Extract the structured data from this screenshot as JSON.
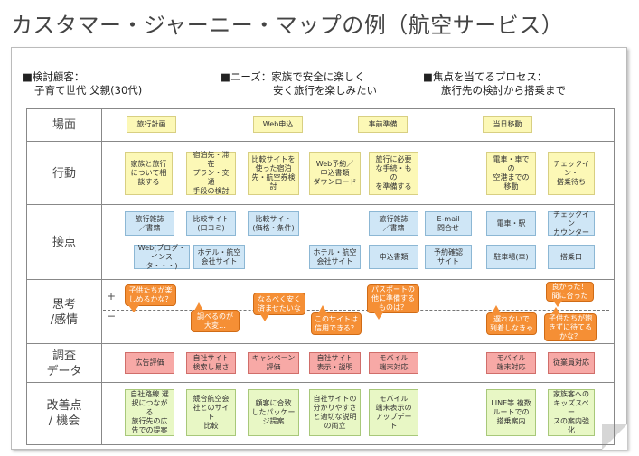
{
  "title": "カスタマー・ジャーニー・マップの例（航空サービス）",
  "header": {
    "target_label": "■検討顧客：",
    "target_value": "子育て世代 父親(30代)",
    "needs_label": "■ニーズ：家族で安全に楽しく",
    "needs_value": "安く旅行を楽しみたい",
    "focus_label": "■焦点を当てるプロセス：",
    "focus_value": "旅行先の検討から搭乗まで"
  },
  "rows": {
    "scene": "場面",
    "action": "行動",
    "touchpoint": "接点",
    "feeling": "思考\n/感情",
    "research": "調査\nデータ",
    "improve": "改善点\n/ 機会"
  },
  "feeling_axis": {
    "plus": "+",
    "minus": "−"
  },
  "colors": {
    "yellow": "#fcf8b6",
    "blue": "#cfe6f6",
    "pink": "#f7a9a6",
    "green": "#e8f7c5",
    "orange": "#f58f35"
  },
  "scenes": [
    "旅行計画",
    "Web申込",
    "事前準備",
    "当日移動"
  ],
  "actions": [
    "家族と旅行\nについて相\n談する",
    "宿泊先・滞在\nプラン・交通\n手段の検討",
    "比較サイトを\n使った宿泊\n先・航空券検\n討",
    "Web予約／\n申込書類\nダウンロード",
    "旅行に必要\nな手続・もの\nを準備する",
    "電車・車での\n空港までの\n移動",
    "チェックイン・\n搭乗待ち"
  ],
  "touchpoints": [
    "旅行雑誌\n／書籍",
    "比較サイト\n(口コミ)",
    "比較サイト\n(価格・条件)",
    "旅行雑誌\n／書籍",
    "E-mail\n問合せ",
    "電車・駅",
    "チェックイン\nカウンター",
    "Web(ブログ・\nインスタ・・・)",
    "ホテル・航空\n会社サイト",
    "ホテル・航空\n会社サイト",
    "申込書類",
    "予約確認\nサイト",
    "駐車場(車)",
    "搭乗口"
  ],
  "feelings": [
    "子供たちが楽\nしめるかな？",
    "調べるのが\n大変…",
    "なるべく安く\n済ませたいな",
    "このサイトは\n信用できる？",
    "パスポートの\n他に準備する\nものは？",
    "遅れないで\n到着しなきゃ",
    "良かった！\n間に合った",
    "子供たちが飽\nきずに待てる\nかな？"
  ],
  "research": [
    "広告評価",
    "自社サイト\n検索し易さ",
    "キャンペーン\n評価",
    "自社サイト\n表示・説明",
    "モバイル\n端末対応",
    "モバイル\n端末対応",
    "従業員対応"
  ],
  "improvements": [
    "自社路線 選\n択につながる\n旅行先の広\n告での提案",
    "競合航空会\n社とのサイト\n比較",
    "顧客に合致\nしたパッケー\nジ提案",
    "自社サイトの\n分かりやすさ\nと適切な説明\nの両立",
    "モバイル\n端末表示の\nアップデート",
    "LINE等 複数\nルートでの\n搭乗案内",
    "家族客への\nキッズスペー\nスの案内強\n化"
  ]
}
